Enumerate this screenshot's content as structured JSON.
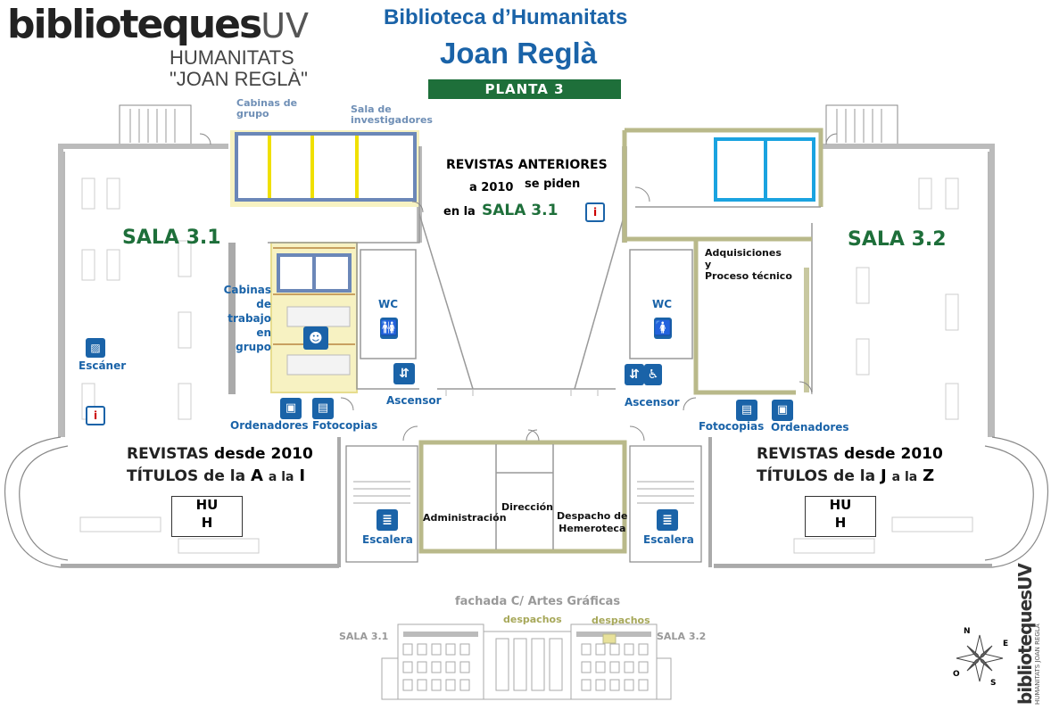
{
  "logo": {
    "brand": "biblioteques",
    "brand_suffix": "UV",
    "sub1": "HUMANITATS",
    "sub2": "\"JOAN REGLÀ\""
  },
  "header": {
    "title_line1": "Biblioteca d’Humanitats",
    "title_line2": "Joan Reglà",
    "floor": "PLANTA 3"
  },
  "rooms": {
    "cabinas_grupo": "Cabinas de grupo",
    "sala_investigadores": "Sala de investigadores",
    "revistas_anteriores_1": "REVISTAS ANTERIORES",
    "revistas_anteriores_2": "a 2010",
    "revistas_anteriores_3": "se piden",
    "revistas_anteriores_4": "en la",
    "revistas_anteriores_5": "SALA 3.1",
    "sala31": "SALA",
    "sala31_num": "3.1",
    "sala32": "SALA",
    "sala32_num": "3.2",
    "cabinas_trabajo": [
      "Cabinas",
      "de",
      "trabajo",
      "en",
      "grupo"
    ],
    "adquisiciones": [
      "Adquisiciones",
      "y",
      "Proceso técnico"
    ],
    "wc": "WC",
    "ascensor": "Ascensor",
    "escaner": "Escáner",
    "ordenadores": "Ordenadores",
    "fotocopias": "Fotocopias",
    "administracion": "Administración",
    "direccion": "Dirección",
    "despacho_hemeroteca": [
      "Despacho de",
      "Hemeroteca"
    ],
    "escalera": "Escalera",
    "hu_line1": "HU",
    "hu_line2": "H"
  },
  "revistas_left": {
    "line1_a": "REVISTAS",
    "line1_b": "desde",
    "line1_c": "2010",
    "line2_a": "TÍTULOS",
    "line2_b": "de la",
    "line2_c": "A",
    "line2_d": "a la",
    "line2_e": "I"
  },
  "revistas_right": {
    "line1_a": "REVISTAS",
    "line1_b": "desde",
    "line1_c": "2010",
    "line2_a": "TÍTULOS",
    "line2_b": "de la",
    "line2_c": "J",
    "line2_d": "a la",
    "line2_e": "Z"
  },
  "facade": {
    "title": "fachada C/ Artes Gráficas",
    "despachos_left": "despachos",
    "despachos_right": "despachos",
    "sala_left": "SALA",
    "sala_left_num": "3.1",
    "sala_right": "SALA",
    "sala_right_num": "3.2"
  },
  "corner_logo": {
    "brand": "bibliotequesUV",
    "sub": "HUMANITATS JOAN REGLÀ"
  },
  "compass": {
    "n": "N",
    "e": "E",
    "s": "S",
    "o": "O"
  },
  "colors": {
    "brand_blue": "#1a63a8",
    "green": "#1e6f3a",
    "yellow_area": "#f7f2c2",
    "olive_wall": "#b9b98a",
    "cyan_box": "#1aa3e0"
  },
  "icons": [
    "info-icon",
    "scanner-icon",
    "computer-icon",
    "photocopier-icon",
    "elevator-icon",
    "toilet-icon",
    "stairs-icon",
    "group-icon",
    "compass-icon"
  ]
}
